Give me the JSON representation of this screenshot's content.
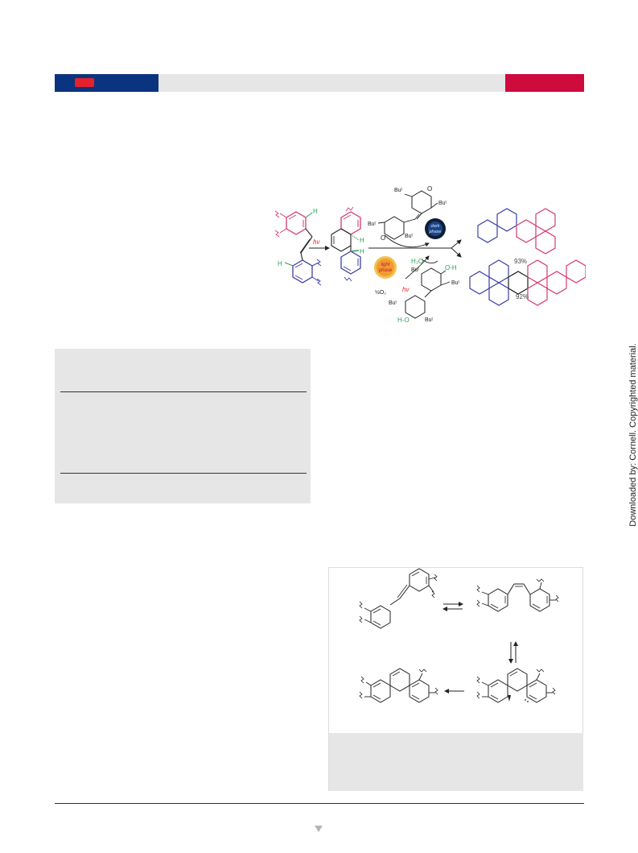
{
  "side_note": "Downloaded by: Cornell. Copyrighted material.",
  "scheme1": {
    "reagent_hv": "hν",
    "light_phase": [
      "light",
      "phase"
    ],
    "dark_phase": [
      "dark",
      "phase"
    ],
    "water": "H₂O",
    "half_oxygen": "½O₂",
    "butyl": "Buᵗ",
    "h": "H",
    "o": "O",
    "oh": "O-H",
    "ho": "H-O",
    "yield_a": "93%",
    "yield_b": "92%"
  },
  "colors": {
    "header_blue": "#0b3480",
    "header_red": "#cf0a3d",
    "badge_red": "#e3212c",
    "ring_red": "#d63a6b",
    "ring_blue": "#3b3fa8",
    "highlight_green": "#2e9e57"
  }
}
